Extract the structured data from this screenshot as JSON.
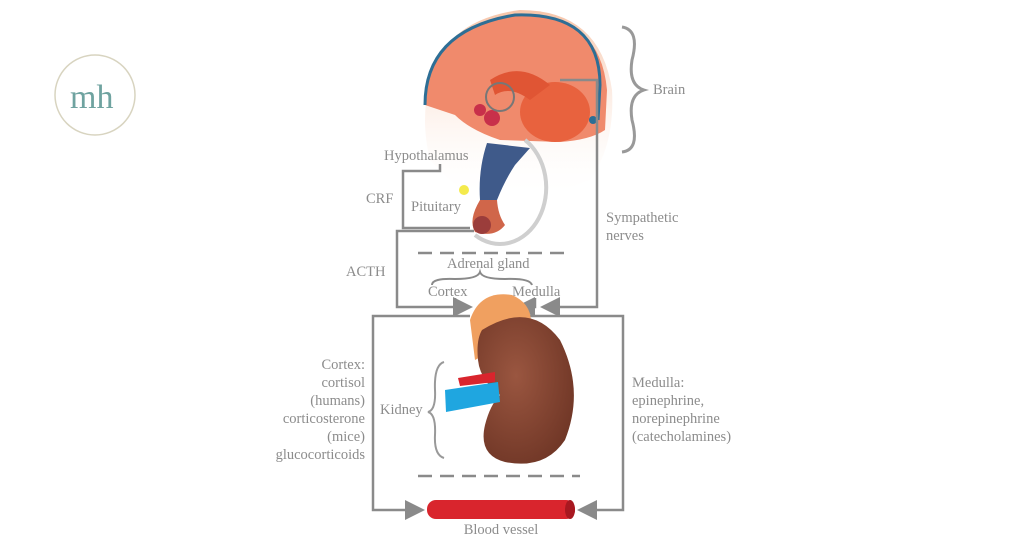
{
  "logo": {
    "text": "mh"
  },
  "labels": {
    "brain": "Brain",
    "hypothalamus": "Hypothalamus",
    "crf": "CRF",
    "pituitary": "Pituitary",
    "sympathetic": [
      "Sympathetic",
      "nerves"
    ],
    "acth": "ACTH",
    "adrenal_gland": "Adrenal gland",
    "cortex": "Cortex",
    "medulla": "Medulla",
    "kidney": "Kidney",
    "cortex_hormones": [
      "Cortex:",
      "cortisol",
      "(humans)",
      "corticosterone",
      "(mice)",
      "glucocorticoids"
    ],
    "medulla_hormones": [
      "Medulla:",
      "epinephrine,",
      "norepinephrine",
      "(catecholamines)"
    ],
    "blood_vessel": "Blood vessel"
  },
  "colors": {
    "brain": "#f08a6c",
    "kidney": "#8e4a35",
    "adrenal": "#f0a060",
    "vessel": "#d9252d",
    "line": "#8a8a8a",
    "vein": "#1fa6e0"
  }
}
